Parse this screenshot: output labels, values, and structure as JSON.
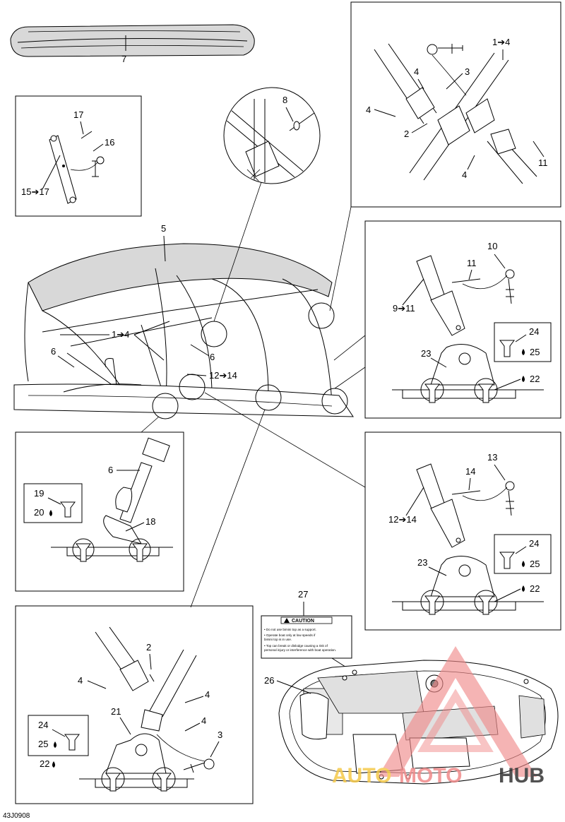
{
  "diagram_code": "43J0908",
  "callouts": {
    "c1": "7",
    "c2": "17",
    "c3": "16",
    "c4": "15➔17",
    "c5": "8",
    "c6": "1➔4",
    "c7": "4",
    "c8": "3",
    "c9": "4",
    "c10": "2",
    "c11": "4",
    "c12": "11",
    "c13": "5",
    "c14": "1➔4",
    "c15": "6",
    "c16": "6",
    "c17": "12➔14",
    "c18": "10",
    "c19": "11",
    "c20": "9➔11",
    "c21": "24",
    "c22": "25",
    "c23": "23",
    "c24": "22",
    "c25": "6",
    "c26": "19",
    "c27": "20",
    "c28": "18",
    "c29": "13",
    "c30": "14",
    "c31": "12➔14",
    "c32": "24",
    "c33": "25",
    "c34": "23",
    "c35": "22",
    "c36": "27",
    "c37": "2",
    "c38": "4",
    "c39": "4",
    "c40": "4",
    "c41": "21",
    "c42": "3",
    "c43": "24",
    "c44": "25",
    "c45": "22",
    "c46": "26"
  },
  "caution_label": {
    "heading": "CAUTION",
    "lines": [
      "• Do not use bimini top as a support.",
      "• Operate boat only at low speeds if",
      "  bimini top is in use.",
      "• Top can break or dislodge causing a risk of",
      "  personal injury or interference with boat operation."
    ]
  },
  "watermark": {
    "part_a": "AUTO",
    "part_b": "MOTO",
    "part_c": "HUB",
    "color_main": "#f0a0a0",
    "color_accent": "#f5c94a",
    "color_hub": "#333333"
  }
}
